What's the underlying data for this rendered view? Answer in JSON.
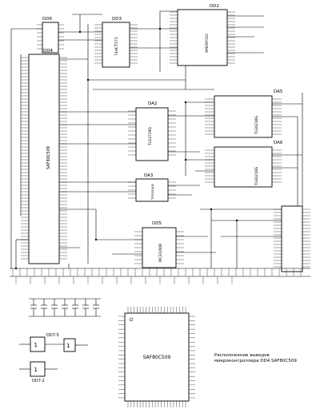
{
  "chips": {
    "dd6": {
      "ref": "DD6"
    },
    "dd3": {
      "ref": "DD3",
      "part": "74HCT573"
    },
    "dd2": {
      "ref": "DD2",
      "part": "AM29F010"
    },
    "dd4": {
      "ref": "DD4",
      "part": "SAF80C509"
    },
    "da2": {
      "ref": "DA2",
      "part": "TLE4729G"
    },
    "da3": {
      "ref": "DA3",
      "part": "TPS2814D"
    },
    "dd5": {
      "ref": "DD5",
      "part": "MC33160D"
    },
    "da5": {
      "ref": "DA5",
      "part": "TLE6216G"
    },
    "da6": {
      "ref": "DA6",
      "part": "TLE6216G"
    },
    "dd7a": {
      "ref": "DD7-5"
    },
    "dd7b": {
      "ref": "DD7-2"
    }
  },
  "pinout": {
    "part": "SAF80C509",
    "caption_line1": "Расположение выводов",
    "caption_line2": "микроконтроллера DD4 SAF80C509"
  }
}
